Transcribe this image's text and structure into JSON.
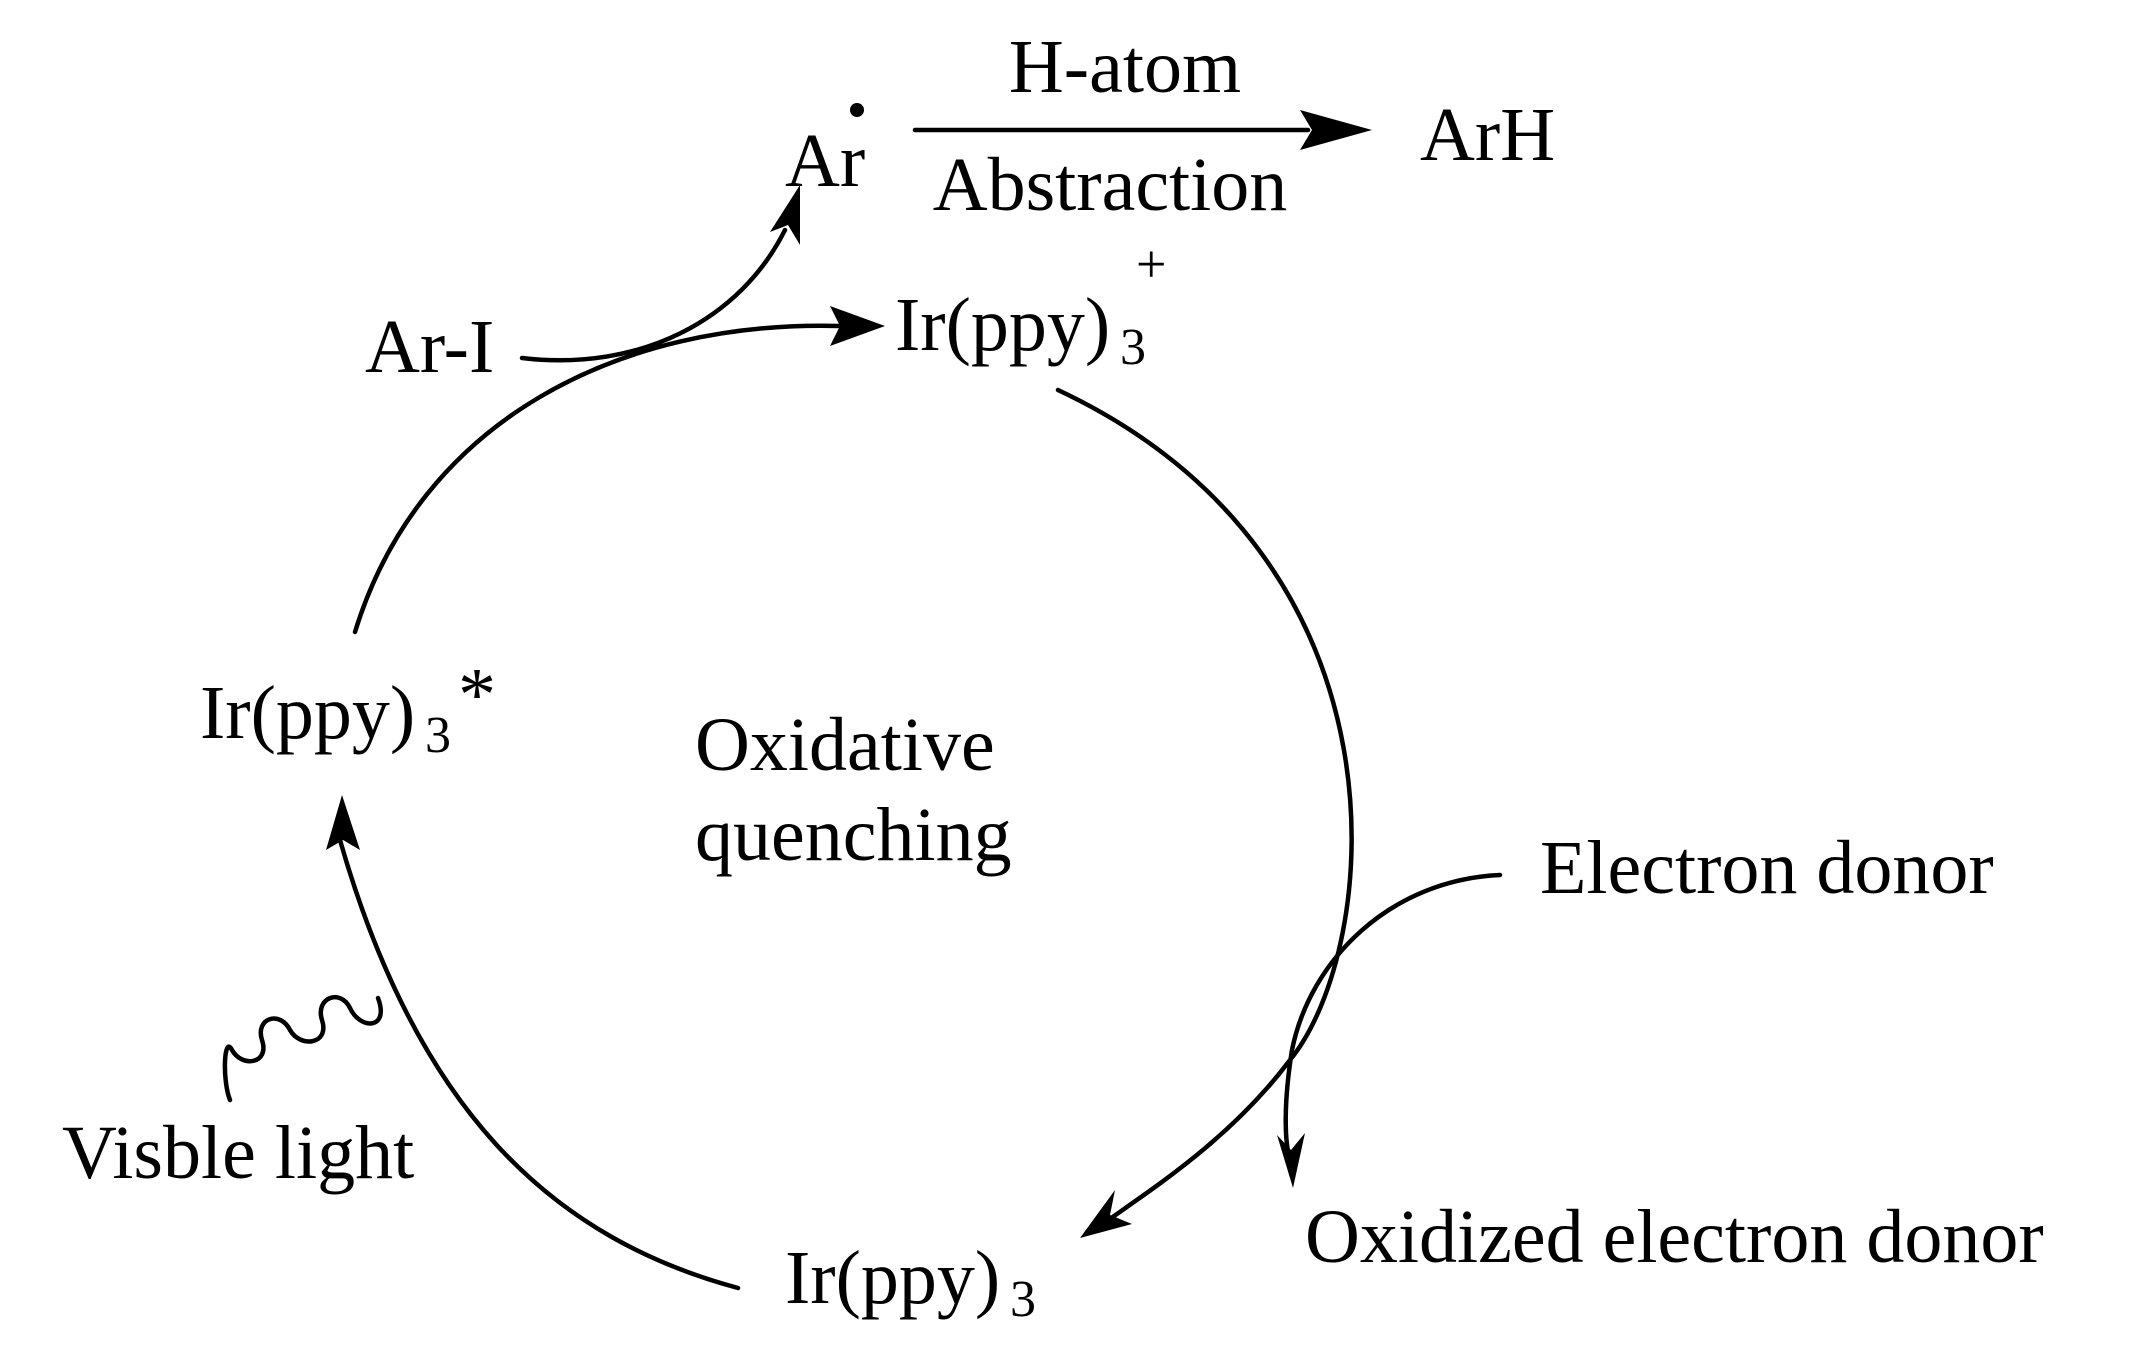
{
  "species": {
    "ar_radical": "Ar",
    "arh": "ArH",
    "ar_i": "Ar-I",
    "ir_cation": "Ir(ppy)",
    "ir_cation_sub": "3",
    "ir_cation_sup": "+",
    "ir_excited": "Ir(ppy)",
    "ir_excited_sub": "3",
    "ir_excited_star": "*",
    "ir_ground": "Ir(ppy)",
    "ir_ground_sub": "3"
  },
  "labels": {
    "h_atom": "H-atom",
    "abstraction": "Abstraction",
    "cycle_line1": "Oxidative",
    "cycle_line2": "quenching",
    "electron_donor": "Electron donor",
    "oxidized_donor": "Oxidized  electron donor",
    "visible_light": "Visble light"
  }
}
